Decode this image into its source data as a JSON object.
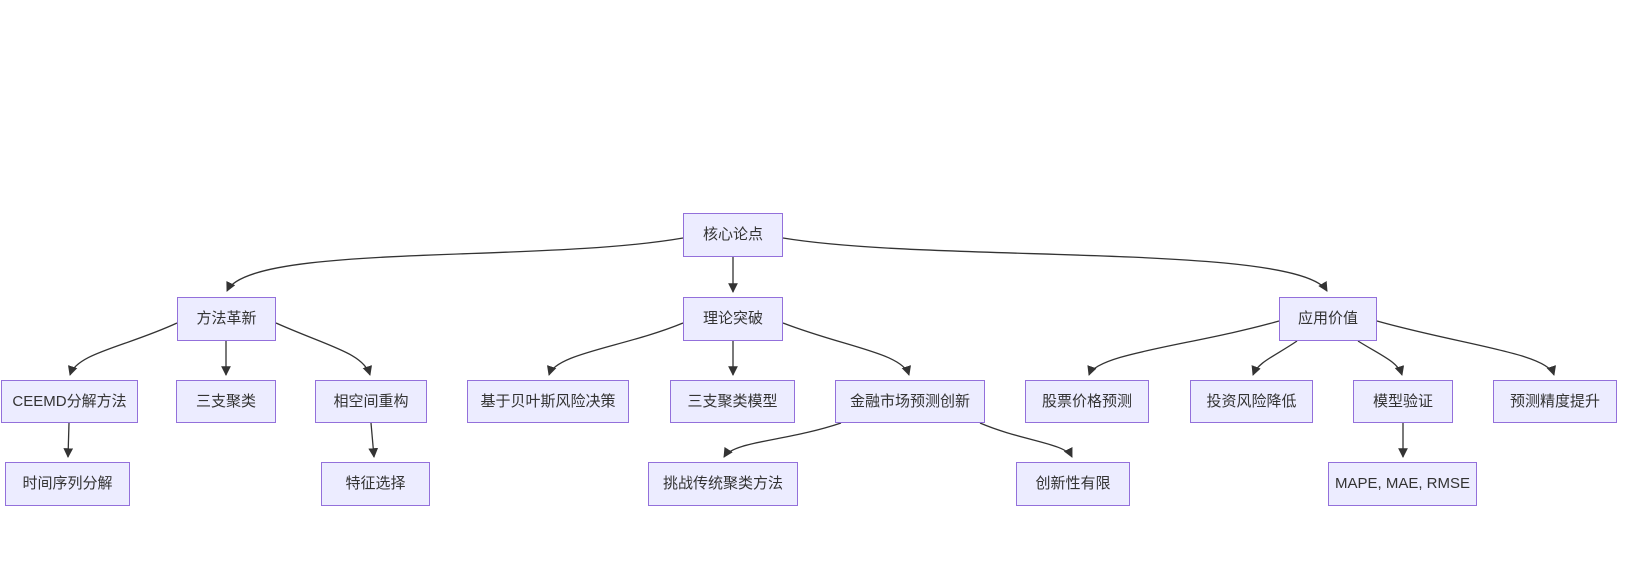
{
  "diagram": {
    "type": "flowchart",
    "direction": "top-down",
    "colors": {
      "node_fill": "#ECECFF",
      "node_border": "#9370DB",
      "edge": "#333333",
      "text": "#333333",
      "background": "#ffffff"
    },
    "nodes": [
      {
        "id": "core",
        "label": "核心论点"
      },
      {
        "id": "method",
        "label": "方法革新"
      },
      {
        "id": "theory",
        "label": "理论突破"
      },
      {
        "id": "application",
        "label": "应用价值"
      },
      {
        "id": "ceemd",
        "label": "CEEMD分解方法"
      },
      {
        "id": "three-way",
        "label": "三支聚类"
      },
      {
        "id": "phase",
        "label": "相空间重构"
      },
      {
        "id": "bayes",
        "label": "基于贝叶斯风险决策"
      },
      {
        "id": "twc-model",
        "label": "三支聚类模型"
      },
      {
        "id": "finance",
        "label": "金融市场预测创新"
      },
      {
        "id": "stock",
        "label": "股票价格预测"
      },
      {
        "id": "risk",
        "label": "投资风险降低"
      },
      {
        "id": "validation",
        "label": "模型验证"
      },
      {
        "id": "accuracy",
        "label": "预测精度提升"
      },
      {
        "id": "ts-decomp",
        "label": "时间序列分解"
      },
      {
        "id": "feature",
        "label": "特征选择"
      },
      {
        "id": "challenge",
        "label": "挑战传统聚类方法"
      },
      {
        "id": "limited",
        "label": "创新性有限"
      },
      {
        "id": "metrics",
        "label": "MAPE, MAE, RMSE"
      }
    ],
    "edges": [
      {
        "from": "core",
        "to": "method"
      },
      {
        "from": "core",
        "to": "theory"
      },
      {
        "from": "core",
        "to": "application"
      },
      {
        "from": "method",
        "to": "ceemd"
      },
      {
        "from": "method",
        "to": "three-way"
      },
      {
        "from": "method",
        "to": "phase"
      },
      {
        "from": "theory",
        "to": "bayes"
      },
      {
        "from": "theory",
        "to": "twc-model"
      },
      {
        "from": "theory",
        "to": "finance"
      },
      {
        "from": "application",
        "to": "stock"
      },
      {
        "from": "application",
        "to": "risk"
      },
      {
        "from": "application",
        "to": "validation"
      },
      {
        "from": "application",
        "to": "accuracy"
      },
      {
        "from": "ceemd",
        "to": "ts-decomp"
      },
      {
        "from": "phase",
        "to": "feature"
      },
      {
        "from": "finance",
        "to": "challenge"
      },
      {
        "from": "finance",
        "to": "limited"
      },
      {
        "from": "validation",
        "to": "metrics"
      }
    ]
  }
}
